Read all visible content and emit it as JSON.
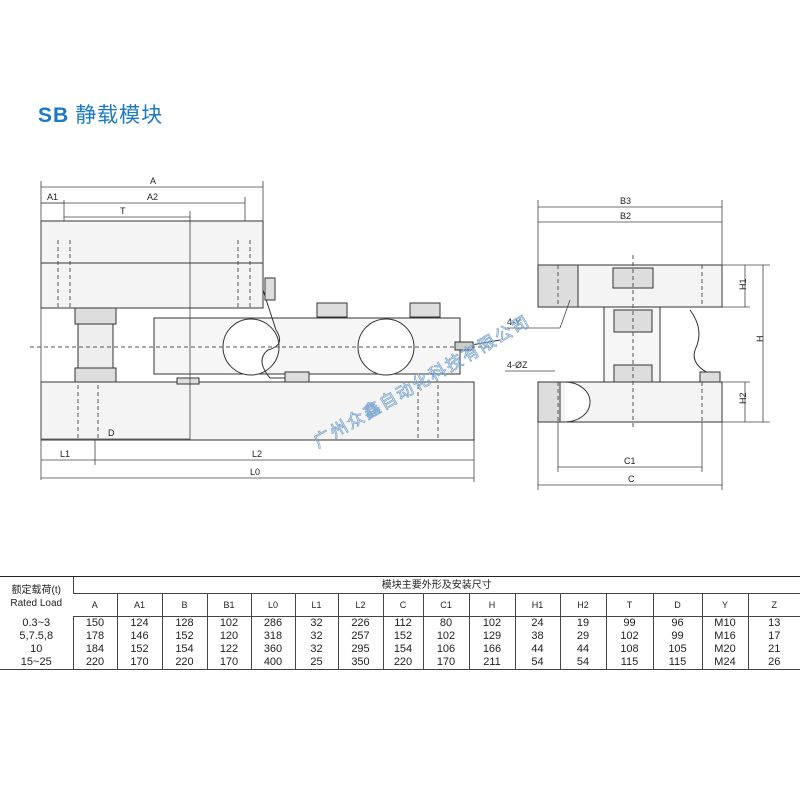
{
  "title": {
    "code": "SB",
    "name": "静载模块"
  },
  "watermark": "广州众鑫自动化科技有限公司",
  "drawing": {
    "front_view_labels": {
      "A": "A",
      "A1": "A1",
      "A2": "A2",
      "T": "T",
      "D": "D",
      "L1": "L1",
      "L2": "L2",
      "L0": "L0"
    },
    "side_view_labels": {
      "B3": "B3",
      "B2": "B2",
      "H1": "H1",
      "H": "H",
      "H2": "H2",
      "C1": "C1",
      "C": "C",
      "Y": "4-Y",
      "Z": "4-ØZ"
    }
  },
  "table": {
    "row_header_cn": "额定载荷(t)",
    "row_header_en": "Rated Load",
    "group_header": "模块主要外形及安装尺寸",
    "columns": [
      "A",
      "A1",
      "B",
      "B1",
      "L0",
      "L1",
      "L2",
      "C",
      "C1",
      "H",
      "H1",
      "H2",
      "T",
      "D",
      "Y",
      "Z"
    ],
    "rows": [
      {
        "load": "0.3~3",
        "values": [
          "150",
          "124",
          "128",
          "102",
          "286",
          "32",
          "226",
          "112",
          "80",
          "102",
          "24",
          "19",
          "99",
          "96",
          "M10",
          "13"
        ]
      },
      {
        "load": "5,7.5,8",
        "values": [
          "178",
          "146",
          "152",
          "120",
          "318",
          "32",
          "257",
          "152",
          "102",
          "129",
          "38",
          "29",
          "102",
          "99",
          "M16",
          "17"
        ]
      },
      {
        "load": "10",
        "values": [
          "184",
          "152",
          "154",
          "122",
          "360",
          "32",
          "295",
          "154",
          "106",
          "166",
          "44",
          "44",
          "108",
          "105",
          "M20",
          "21"
        ]
      },
      {
        "load": "15~25",
        "values": [
          "220",
          "170",
          "220",
          "170",
          "400",
          "25",
          "350",
          "220",
          "170",
          "211",
          "54",
          "54",
          "115",
          "115",
          "M24",
          "26"
        ]
      }
    ]
  }
}
